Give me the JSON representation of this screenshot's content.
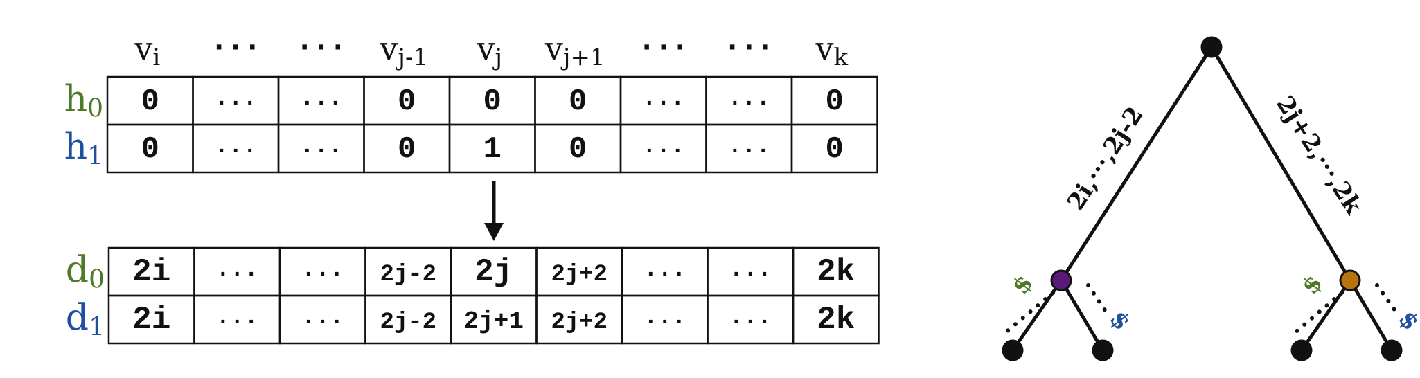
{
  "column_headers": [
    {
      "base": "v",
      "sub": "i"
    },
    {
      "base": "···",
      "sub": ""
    },
    {
      "base": "···",
      "sub": ""
    },
    {
      "base": "v",
      "sub": "j-1"
    },
    {
      "base": "v",
      "sub": "j"
    },
    {
      "base": "v",
      "sub": "j+1"
    },
    {
      "base": "···",
      "sub": ""
    },
    {
      "base": "···",
      "sub": ""
    },
    {
      "base": "v",
      "sub": "k"
    }
  ],
  "top_table": {
    "rows": [
      {
        "label": {
          "base": "h",
          "sub": "0"
        },
        "color": "#4f7a28",
        "cells": [
          "0",
          "···",
          "···",
          "0",
          "0",
          "0",
          "···",
          "···",
          "0"
        ]
      },
      {
        "label": {
          "base": "h",
          "sub": "1"
        },
        "color": "#1f4fa0",
        "cells": [
          "0",
          "···",
          "···",
          "0",
          "1",
          "0",
          "···",
          "···",
          "0"
        ]
      }
    ]
  },
  "bottom_table": {
    "rows": [
      {
        "label": {
          "base": "d",
          "sub": "0"
        },
        "color": "#4f7a28",
        "cells": [
          "2i",
          "···",
          "···",
          "2j-2",
          "2j",
          "2j+2",
          "···",
          "···",
          "2k"
        ]
      },
      {
        "label": {
          "base": "d",
          "sub": "1"
        },
        "color": "#1f4fa0",
        "cells": [
          "2i",
          "···",
          "···",
          "2j-2",
          "2j+1",
          "2j+2",
          "···",
          "···",
          "2k"
        ]
      }
    ]
  },
  "tree": {
    "left_edge_label": "2i,···,2j-2",
    "right_edge_label": "2j+2,···,2k",
    "dollar_symbol": "$",
    "dots_symbol": "···",
    "left_internal_color": "#5b1a7a",
    "right_internal_color": "#b8730f",
    "green_color": "#4f7a28",
    "blue_color": "#1f4fa0"
  }
}
